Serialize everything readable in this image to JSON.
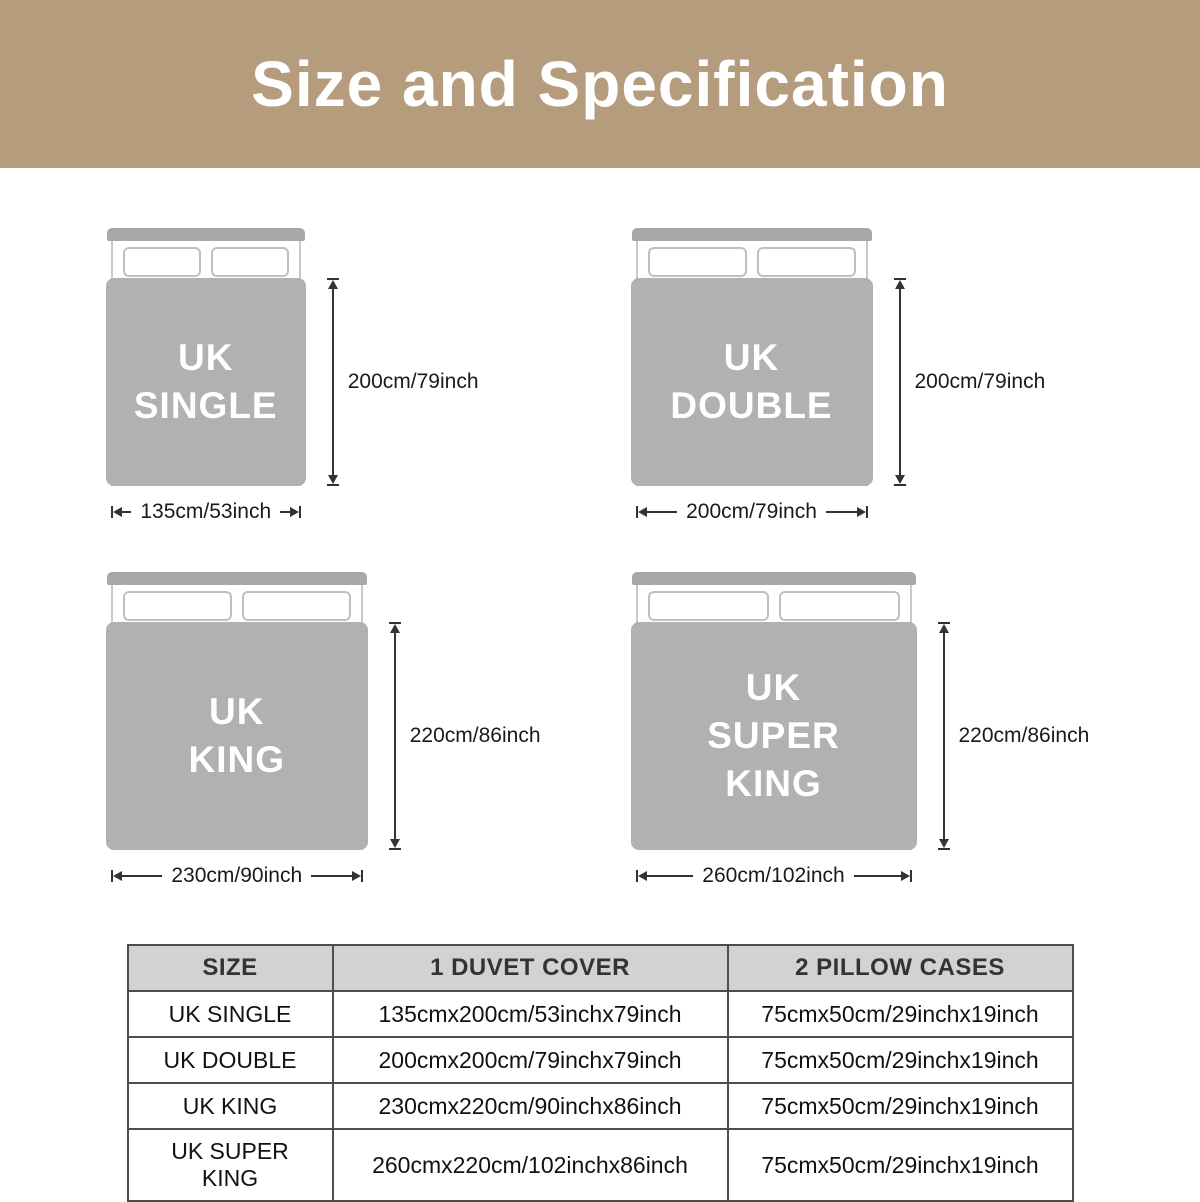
{
  "header": {
    "title": "Size and Specification"
  },
  "beds": [
    {
      "id": "uk-single",
      "label": "UK\nSINGLE",
      "height_label": "200cm/79inch",
      "width_label": "135cm/53inch"
    },
    {
      "id": "uk-double",
      "label": "UK\nDOUBLE",
      "height_label": "200cm/79inch",
      "width_label": "200cm/79inch"
    },
    {
      "id": "uk-king",
      "label": "UK\nKING",
      "height_label": "220cm/86inch",
      "width_label": "230cm/90inch"
    },
    {
      "id": "uk-super-king",
      "label": "UK\nSUPER\nKING",
      "height_label": "220cm/86inch",
      "width_label": "260cm/102inch"
    }
  ],
  "table": {
    "headers": [
      "SIZE",
      "1 DUVET COVER",
      "2 PILLOW CASES"
    ],
    "rows": [
      [
        "UK SINGLE",
        "135cmx200cm/53inchx79inch",
        "75cmx50cm/29inchx19inch"
      ],
      [
        "UK DOUBLE",
        "200cmx200cm/79inchx79inch",
        "75cmx50cm/29inchx19inch"
      ],
      [
        "UK KING",
        "230cmx220cm/90inchx86inch",
        "75cmx50cm/29inchx19inch"
      ],
      [
        "UK SUPER KING",
        "260cmx220cm/102inchx86inch",
        "75cmx50cm/29inchx19inch"
      ]
    ]
  },
  "colors": {
    "banner_bg": "#b49c7d",
    "banner_text": "#ffffff",
    "duvet_gray": "#b1b1b1",
    "headboard_gray": "#a8a8a8",
    "table_header_bg": "#d2d2d2",
    "table_border": "#4d4d4d",
    "arrow_color": "#333333"
  }
}
